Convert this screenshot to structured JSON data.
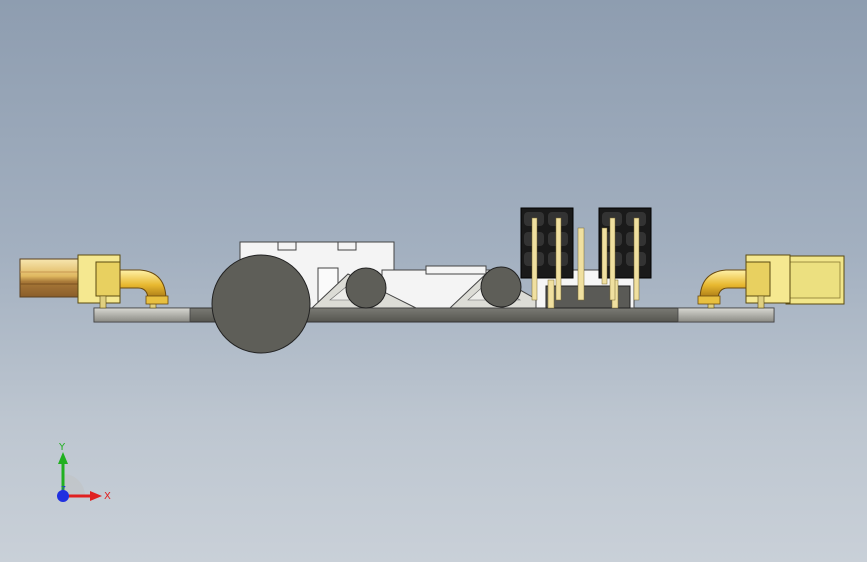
{
  "viewport": {
    "background_top": "#8e9db0",
    "background_bottom": "#c9d0d8"
  },
  "model": {
    "board_color": "#6b6b66",
    "component_gray": "#5f5f5a",
    "connector_gold": "#e8b830",
    "connector_light": "#f5e08a",
    "header_black": "#1a1a1a",
    "pin_color": "#f0e0a0",
    "body_white": "#f2f2f2"
  },
  "triad": {
    "x_label": "X",
    "y_label": "Y",
    "z_label": "Z",
    "x_color": "#e02020",
    "y_color": "#20b020",
    "z_color": "#2030e0"
  }
}
